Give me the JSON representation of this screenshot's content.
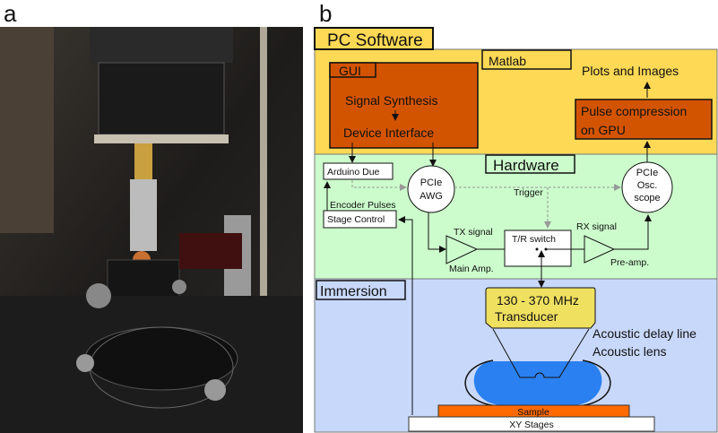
{
  "panel_labels": {
    "a": "a",
    "b": "b"
  },
  "colors": {
    "pc_software": "#fdd955",
    "hardware": "#ccfccc",
    "immersion": "#c8d8fa",
    "gui": "#d35400",
    "transducer": "#f0e060",
    "lens": "#2a80f0",
    "sample": "#ff6a00"
  },
  "sections": {
    "pc_software": "PC Software",
    "hardware": "Hardware",
    "immersion": "Immersion"
  },
  "software": {
    "gui_label": "GUI",
    "signal_synthesis": "Signal Synthesis",
    "device_interface": "Device Interface",
    "matlab": "Matlab",
    "plots_images": "Plots and Images",
    "pulse_compression_1": "Pulse compression",
    "pulse_compression_2": "on GPU"
  },
  "hardware": {
    "arduino": "Arduino Due",
    "awg_1": "PCIe",
    "awg_2": "AWG",
    "osc_1": "PCIe",
    "osc_2": "Osc.",
    "osc_3": "scope",
    "trigger": "Trigger",
    "encoder_pulses": "Encoder Pulses",
    "stage_control": "Stage Control",
    "tx_signal": "TX signal",
    "main_amp": "Main Amp.",
    "tr_switch": "T/R switch",
    "rx_signal": "RX signal",
    "pre_amp": "Pre-amp."
  },
  "immersion": {
    "transducer_freq": "130 - 370 MHz",
    "transducer": "Transducer",
    "delay_line": "Acoustic delay line",
    "lens": "Acoustic lens",
    "sample": "Sample",
    "xy_stages": "XY Stages"
  }
}
